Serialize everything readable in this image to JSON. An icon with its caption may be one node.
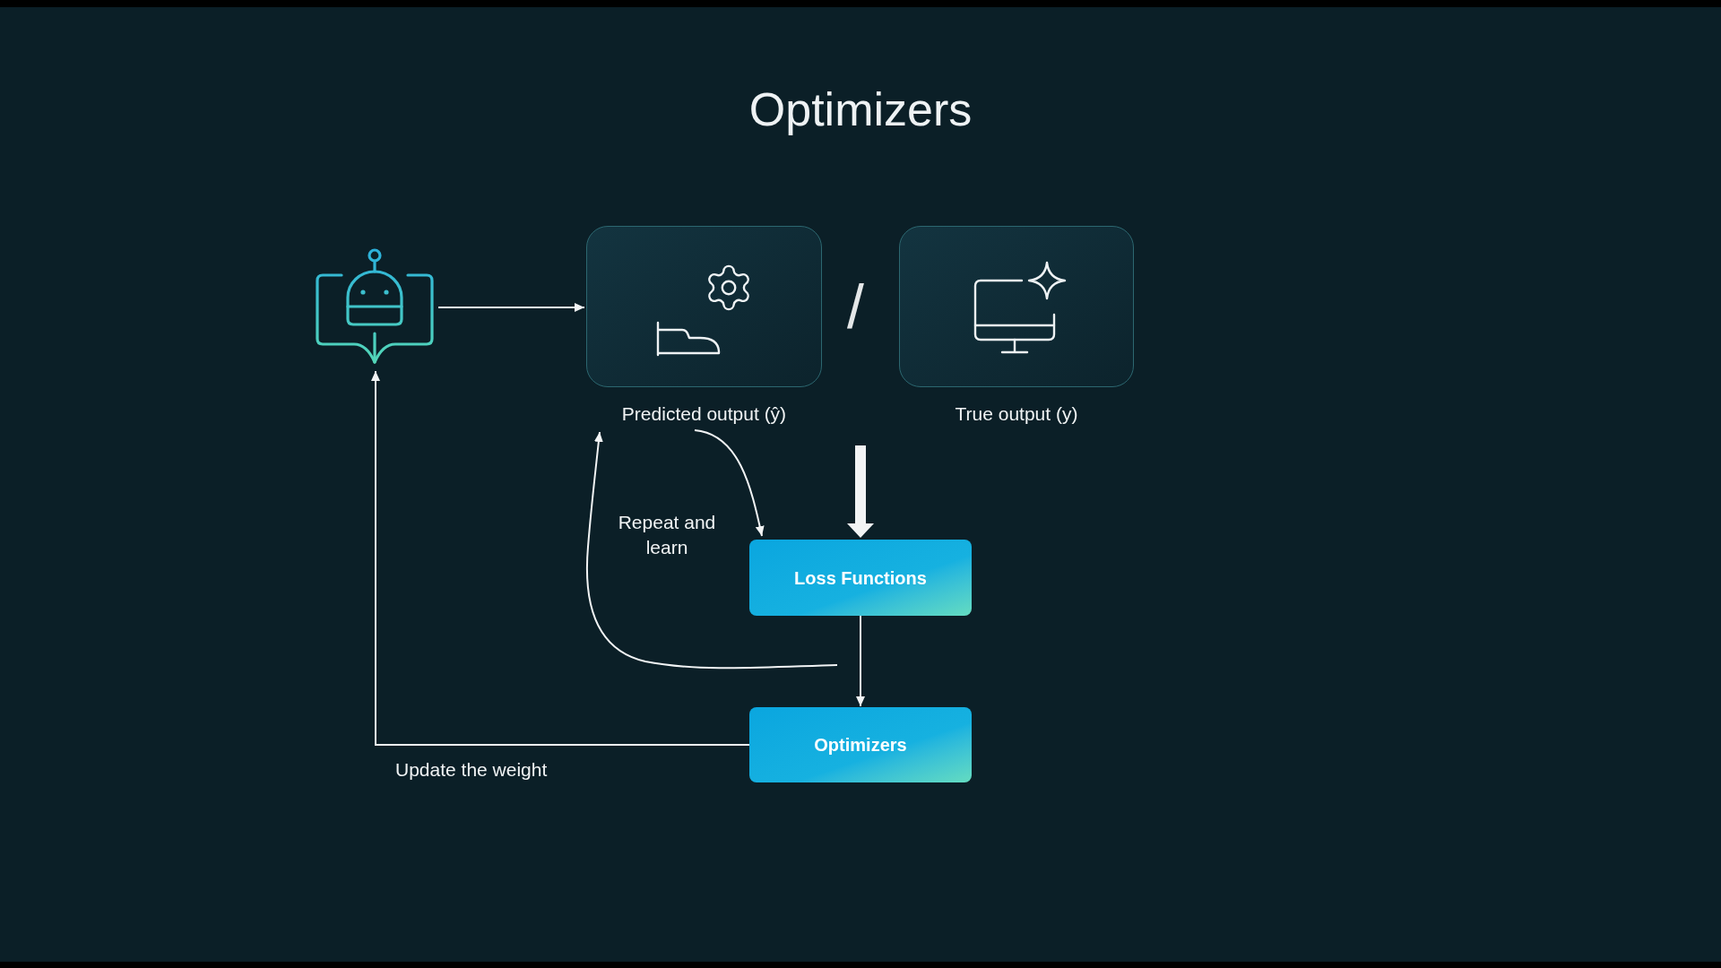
{
  "diagram": {
    "title": "Optimizers",
    "nodes": [
      {
        "text": [],
        "shape": "picture"
      },
      {
        "text": [
          "Predicted output (ŷ)"
        ]
      },
      {
        "text": [
          "True output (y)"
        ]
      },
      {
        "text": [
          "Loss Functions"
        ]
      },
      {
        "text": [
          "Optimizers"
        ]
      }
    ],
    "edges": [
      {
        "from": 0,
        "to": 1,
        "arrow": "to"
      },
      {
        "from": null,
        "to": 3,
        "arrow": "to",
        "style": "thick"
      },
      {
        "from": 1,
        "to": 3,
        "arrow": "to"
      },
      {
        "from": null,
        "to": 1,
        "arrow": "to"
      },
      {
        "from": 3,
        "to": 4,
        "arrow": "to"
      },
      {
        "from": 4,
        "to": 0,
        "arrow": "to",
        "label": "Update the weight"
      }
    ],
    "labels": [
      "/",
      "Repeat and learn"
    ]
  }
}
